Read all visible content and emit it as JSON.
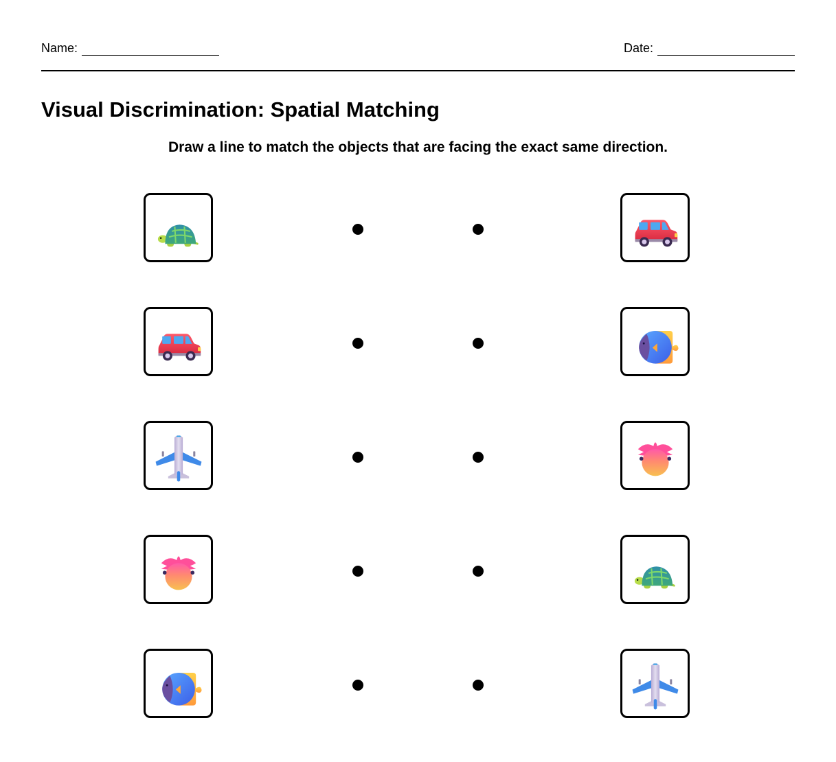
{
  "header": {
    "name_label": "Name:",
    "date_label": "Date:"
  },
  "title": "Visual Discrimination: Spatial Matching",
  "instructions": "Draw a line to match the objects that are facing the exact same direction.",
  "rows": [
    {
      "left": {
        "object": "turtle",
        "icon": "turtle-icon",
        "facing": "left"
      },
      "right": {
        "object": "car",
        "icon": "car-icon",
        "facing": "right"
      }
    },
    {
      "left": {
        "object": "car",
        "icon": "car-icon",
        "facing": "right"
      },
      "right": {
        "object": "fish",
        "icon": "fish-icon",
        "facing": "left"
      }
    },
    {
      "left": {
        "object": "airplane",
        "icon": "airplane-icon",
        "facing": "up"
      },
      "right": {
        "object": "pineapple-face",
        "icon": "pineapple-face-icon",
        "facing": "forward"
      }
    },
    {
      "left": {
        "object": "pineapple-face",
        "icon": "pineapple-face-icon",
        "facing": "forward"
      },
      "right": {
        "object": "turtle",
        "icon": "turtle-icon",
        "facing": "left"
      }
    },
    {
      "left": {
        "object": "fish",
        "icon": "fish-icon",
        "facing": "left"
      },
      "right": {
        "object": "airplane",
        "icon": "airplane-icon",
        "facing": "up"
      }
    }
  ],
  "colors": {
    "ink": "#000000",
    "turtle_shell": "#3aa38c",
    "turtle_body": "#b7dc4a",
    "car_body": "#e8354a",
    "car_window": "#4ea8f0",
    "fish_body": "#4a7ff0",
    "fish_face": "#6a4fa0",
    "fish_fin": "#ffb43c",
    "plane_body": "#c9c0dc",
    "plane_wing": "#3f8ae8",
    "pineapple_leaves": "#ff4f9a",
    "pineapple_face": "#f7b24c"
  }
}
